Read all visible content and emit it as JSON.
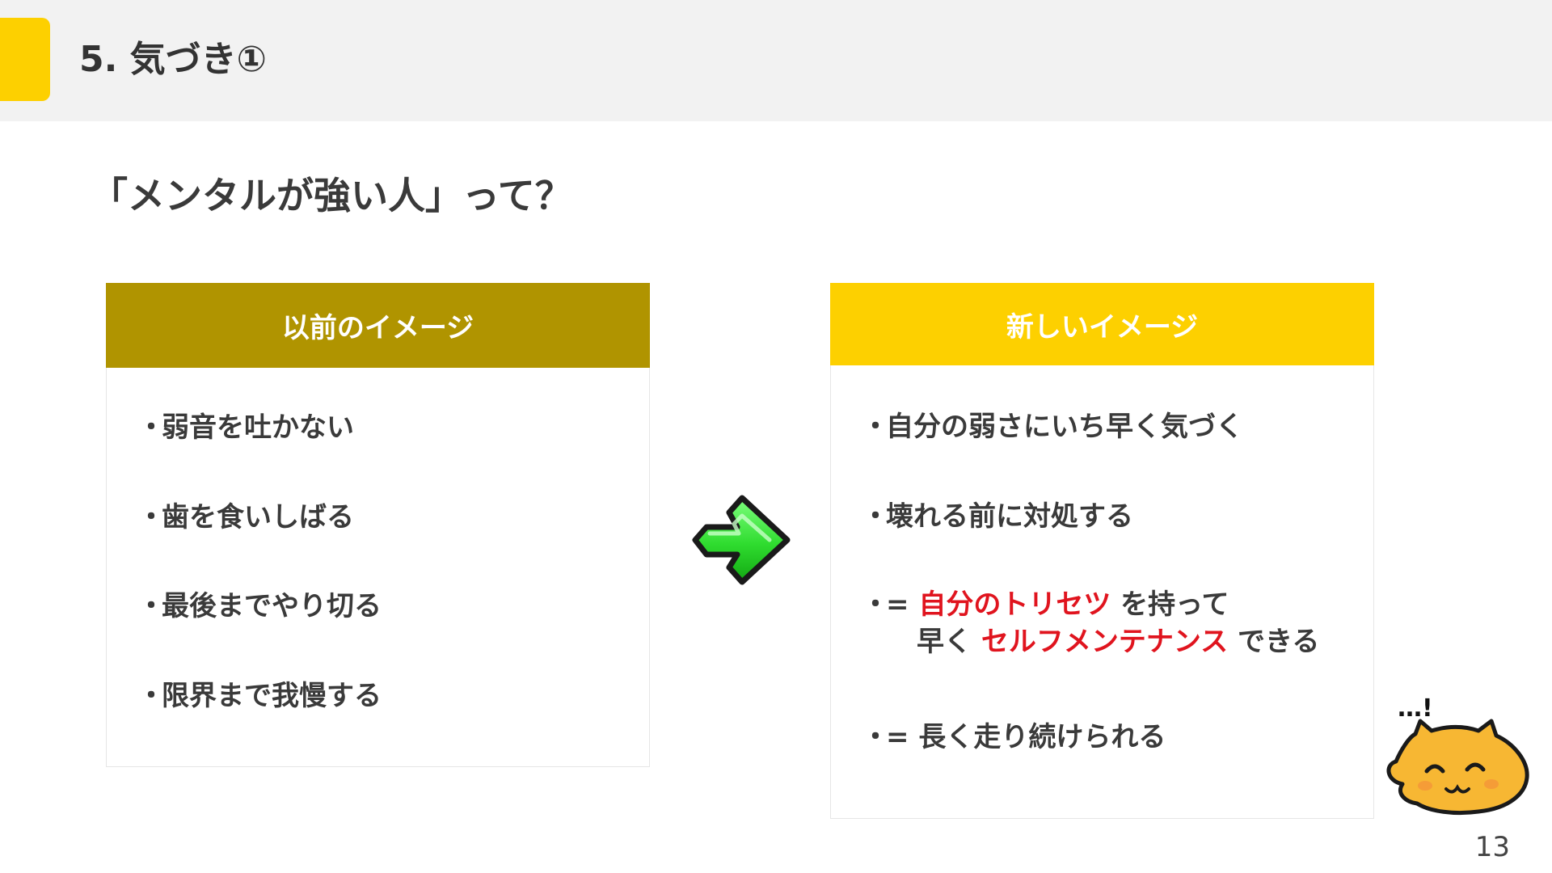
{
  "header": {
    "title": "5. 気づき①"
  },
  "question": "「メンタルが強い人」って？",
  "old_card": {
    "title": "以前のイメージ",
    "items": [
      "弱音を吐かない",
      "歯を食いしばる",
      "最後までやり切る",
      "限界まで我慢する"
    ]
  },
  "new_card": {
    "title": "新しいイメージ",
    "item1": "自分の弱さにいち早く気づく",
    "item2": "壊れる前に対処する",
    "item3": {
      "prefix": "= ",
      "highlight1": "自分のトリセツ",
      "mid": " を持って",
      "line2_start": "早く ",
      "highlight2": "セルフメンテナンス",
      "line2_end": " できる"
    },
    "item4": "= 長く走り続けられる"
  },
  "bullet_char": "・",
  "mascot_thought": "…!",
  "page_number": "13",
  "colors": {
    "accent": "#fdd000",
    "old_header": "#b09400",
    "new_header": "#fdd000",
    "highlight": "#e0141e",
    "arrow": "#33dd33"
  },
  "icons": {
    "arrow": "green-right-arrow-icon",
    "mascot": "orange-cat-mascot"
  }
}
